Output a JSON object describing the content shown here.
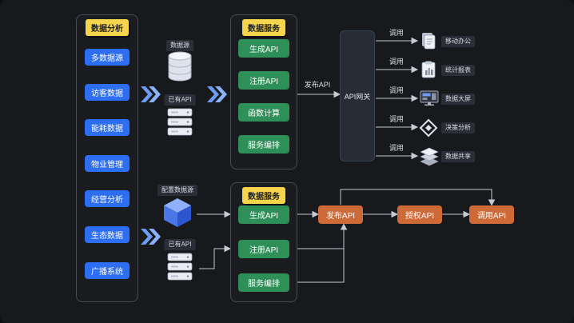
{
  "left_panel": {
    "title": "数据分析",
    "items": [
      "多数据源",
      "访客数据",
      "能耗数据",
      "物业管理",
      "经营分析",
      "生态数据",
      "广播系统"
    ]
  },
  "source_icons": {
    "datasource_label": "数据源",
    "existing_api_label": "已有API"
  },
  "service_panel_top": {
    "title": "数据服务",
    "items": [
      "生成API",
      "注册API",
      "函数计算",
      "服务编排"
    ]
  },
  "publish_arrow_label": "发布API",
  "gateway": {
    "label": "API网关"
  },
  "consumers": {
    "call_label": "调用",
    "items": [
      "移动办公",
      "统计报表",
      "数据大屏",
      "决策分析",
      "数据共享"
    ]
  },
  "bottom_flow": {
    "config_datasource_label": "配置数据源",
    "existing_api_label": "已有API",
    "service_panel": {
      "title": "数据服务",
      "items": [
        "生成API",
        "注册API",
        "服务编排"
      ]
    },
    "steps": [
      "发布API",
      "授权API",
      "调用API"
    ]
  },
  "icons": {
    "datasource": "database-icon",
    "existing_api": "server-icon",
    "config_datasource": "cube-icon",
    "consumers": [
      "documents-icon",
      "report-icon",
      "screen-icon",
      "diamond-icon",
      "layers-icon"
    ],
    "flow_arrow": "chevron-double-right-icon"
  },
  "colors": {
    "background": "#17191d",
    "accent_yellow": "#f6d44c",
    "node_blue": "#2e6ef2",
    "node_green": "#2f8f58",
    "node_orange": "#cd6a38",
    "arrow": "#c6cad2",
    "chevron_blue": "#6d9cf5"
  }
}
